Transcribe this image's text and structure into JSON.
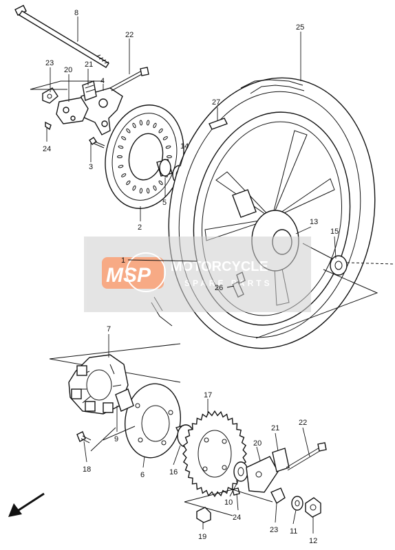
{
  "diagram": {
    "callouts": {
      "c1": "1",
      "c2": "2",
      "c3": "3",
      "c4": "4",
      "c5": "5",
      "c6": "6",
      "c7": "7",
      "c8": "8",
      "c9": "9",
      "c10": "10",
      "c11": "11",
      "c12": "12",
      "c13": "13",
      "c14": "14",
      "c15": "15",
      "c16": "16",
      "c17": "17",
      "c18": "18",
      "c19": "19",
      "c20a": "20",
      "c20b": "20",
      "c21a": "21",
      "c21b": "21",
      "c22a": "22",
      "c22b": "22",
      "c23a": "23",
      "c23b": "23",
      "c24a": "24",
      "c24b": "24",
      "c25": "25",
      "c26": "26",
      "c27": "27"
    }
  },
  "watermark": {
    "logo_text": "MSP",
    "line1": "MOTORCYCLE",
    "line2": "SPARE PARTS",
    "color": "#f26522"
  },
  "icons": {
    "direction_arrow": "front-direction-arrow-icon"
  }
}
